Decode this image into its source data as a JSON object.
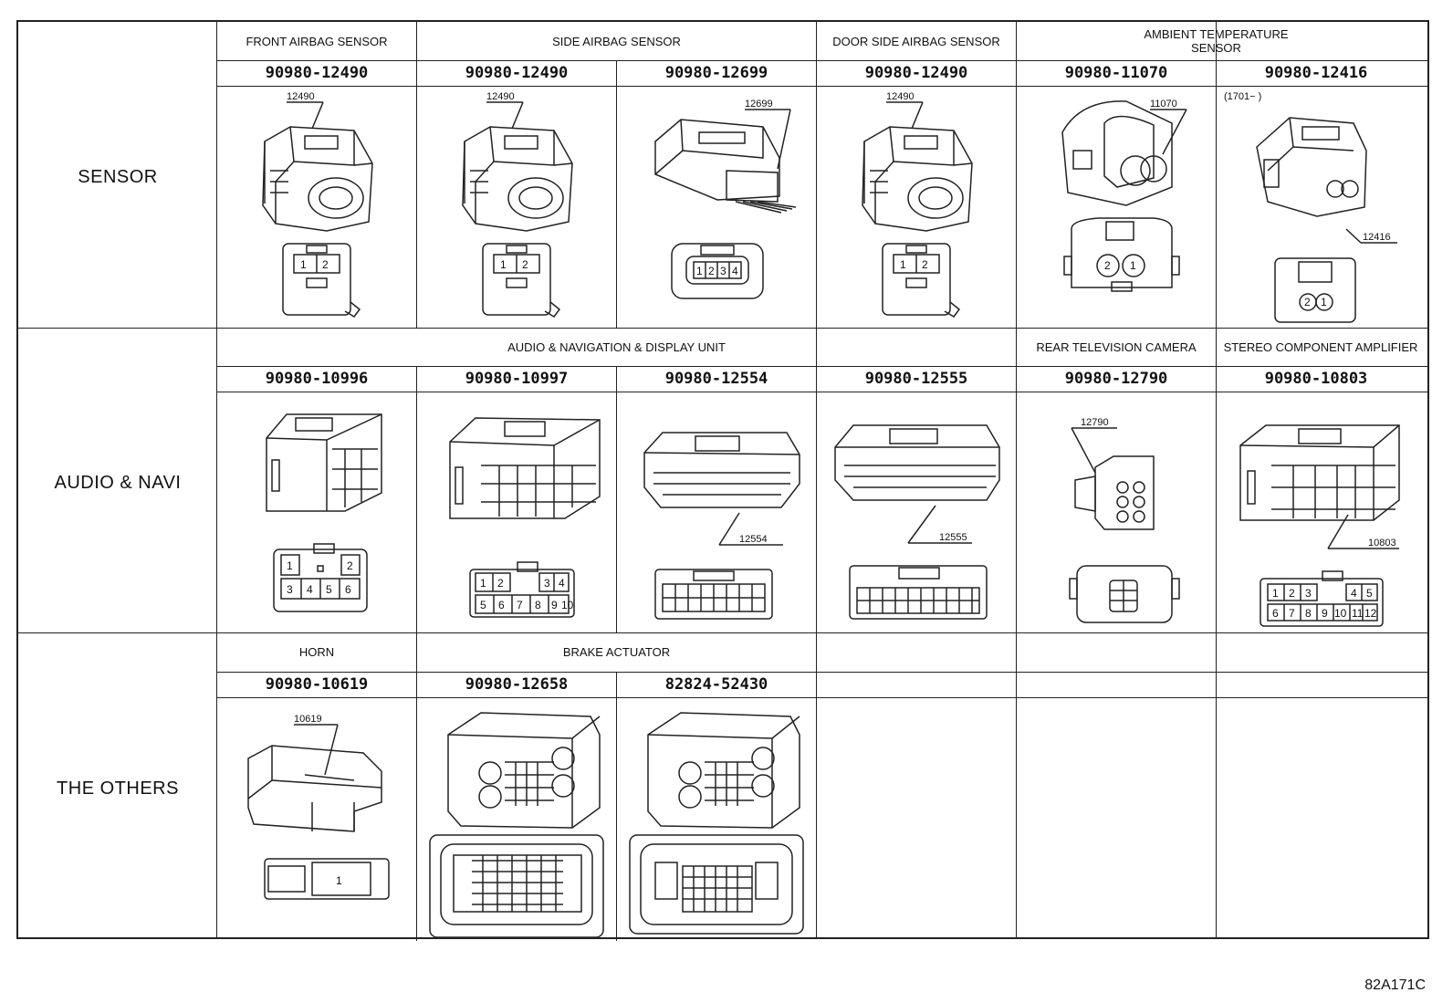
{
  "rows": [
    {
      "label": "SENSOR"
    },
    {
      "label": "AUDIO & NAVI"
    },
    {
      "label": "THE OTHERS"
    }
  ],
  "sensor": {
    "headers": [
      "FRONT AIRBAG SENSOR",
      "SIDE AIRBAG SENSOR",
      "DOOR SIDE AIRBAG SENSOR",
      "AMBIENT TEMPERATURE\nSENSOR"
    ],
    "parts": [
      "90980-12490",
      "90980-12490",
      "90980-12699",
      "90980-12490",
      "90980-11070",
      "90980-12416"
    ],
    "callouts": [
      "12490",
      "12490",
      "12699",
      "12490",
      "11070",
      "12416"
    ],
    "note": "(1701−      )"
  },
  "audio": {
    "headers": [
      "AUDIO & NAVIGATION & DISPLAY UNIT",
      "REAR TELEVISION CAMERA",
      "STEREO COMPONENT AMPLIFIER"
    ],
    "parts": [
      "90980-10996",
      "90980-10997",
      "90980-12554",
      "90980-12555",
      "90980-12790",
      "90980-10803"
    ],
    "callouts": [
      "12554",
      "12555",
      "12790",
      "10803"
    ]
  },
  "others": {
    "headers": [
      "HORN",
      "BRAKE ACTUATOR"
    ],
    "parts": [
      "90980-10619",
      "90980-12658",
      "82824-52430"
    ],
    "callouts": [
      "10619"
    ]
  },
  "drawing_code": "82A171C"
}
